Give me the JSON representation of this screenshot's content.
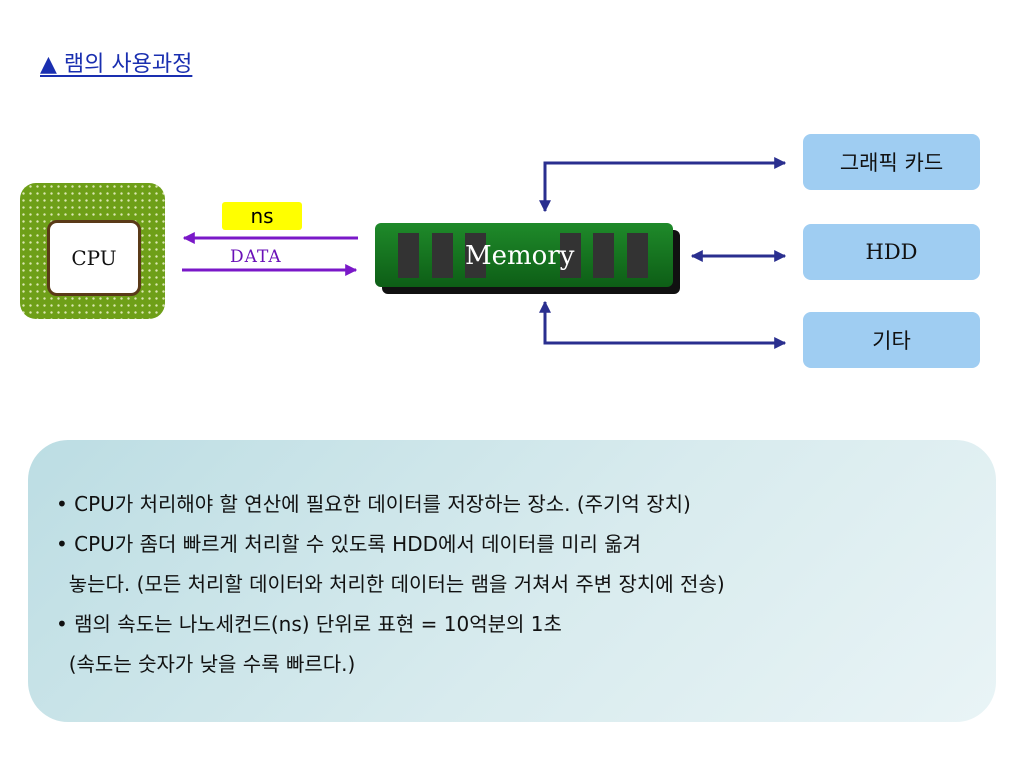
{
  "title": "▲ 램의 사용과정",
  "diagram": {
    "cpu_label": "CPU",
    "speed_label": "ns",
    "data_label": "DATA",
    "memory_label": "Memory",
    "devices": [
      "그래픽 카드",
      "HDD",
      "기타"
    ]
  },
  "notes": {
    "lines": [
      "• CPU가 처리해야 할 연산에 필요한 데이터를 저장하는 장소. (주기억 장치)",
      "• CPU가 좀더 빠르게 처리할 수 있도록 HDD에서 데이터를 미리 옮겨",
      "  놓는다. (모든 처리할 데이터와 처리한 데이터는 램을 거쳐서 주변 장치에 전송)",
      "• 램의 속도는 나노세컨드(ns) 단위로 표현 = 10억분의 1초",
      "  (속도는 숫자가 낮을 수록 빠르다.)"
    ]
  },
  "colors": {
    "arrow_purple": "#7a18c8",
    "arrow_navy": "#2a2f8f",
    "device_fill": "#9fcdf2",
    "chip_green": "#6e9f18"
  }
}
